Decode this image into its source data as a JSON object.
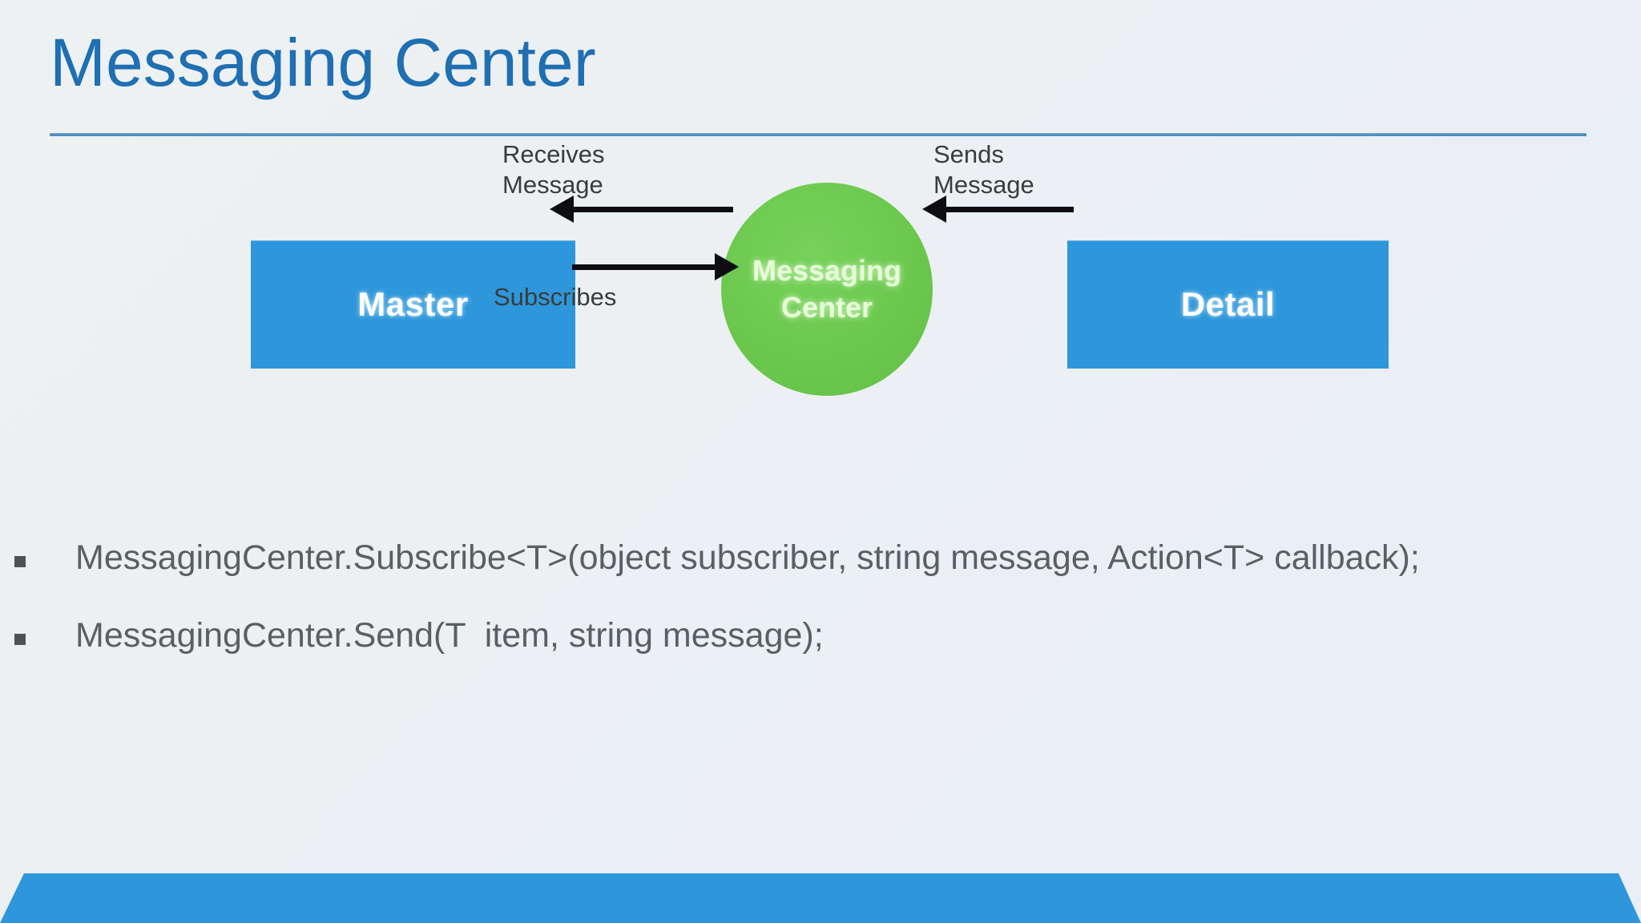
{
  "slide": {
    "title": "Messaging Center",
    "accent_color": "#1F6FB2",
    "rule_color": "#4E8FBF",
    "background_from": "#EDF1F2",
    "background_to": "#E9EEF8",
    "footer_color": "#2E97DB"
  },
  "diagram": {
    "nodes": [
      {
        "id": "master",
        "label": "Master",
        "shape": "rect",
        "color": "#2E97DB"
      },
      {
        "id": "hub",
        "label_line1": "Messaging",
        "label_line2": "Center",
        "shape": "circle",
        "color": "#6BC84D"
      },
      {
        "id": "detail",
        "label": "Detail",
        "shape": "rect",
        "color": "#2E97DB"
      }
    ],
    "edges": [
      {
        "id": "receives",
        "label": "Receives\nMessage",
        "from": "hub",
        "to": "master",
        "direction": "left"
      },
      {
        "id": "subscribes",
        "label": "Subscribes",
        "from": "master",
        "to": "hub",
        "direction": "right"
      },
      {
        "id": "sends",
        "label": "Sends\nMessage",
        "from": "detail",
        "to": "hub",
        "direction": "left"
      }
    ]
  },
  "bullets": [
    {
      "text": "MessagingCenter.Subscribe<T>(object subscriber, string message, Action<T> callback);"
    },
    {
      "text": "MessagingCenter.Send(T  item, string message);"
    }
  ]
}
